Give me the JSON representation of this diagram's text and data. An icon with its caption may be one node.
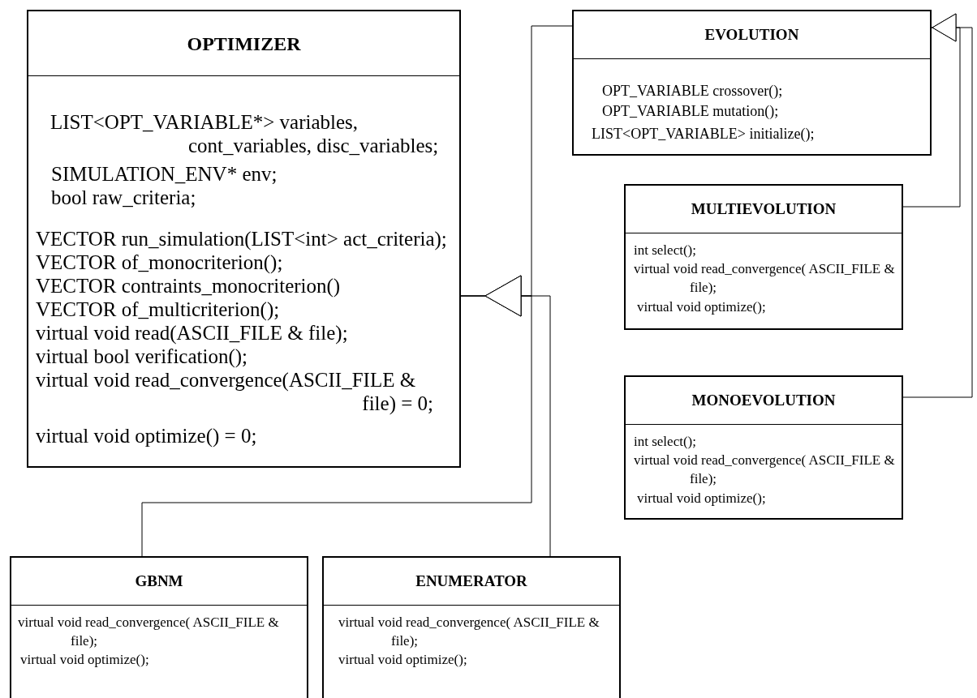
{
  "diagram": {
    "nodes": [
      {
        "text": [
          "OPTIMIZER",
          "LIST<OPT_VARIABLE*> variables, cont_variables, disc_variables;",
          "SIMULATION_ENV* env;",
          "bool raw_criteria;",
          "VECTOR run_simulation(LIST<int> act_criteria);",
          "VECTOR of_monocriterion();",
          "VECTOR contraints_monocriterion()",
          "VECTOR of_multicriterion();",
          "virtual void read(ASCII_FILE & file);",
          "virtual bool verification();",
          "virtual void read_convergence(ASCII_FILE & file) = 0;",
          "virtual void optimize() = 0;"
        ]
      },
      {
        "text": [
          "EVOLUTION",
          "OPT_VARIABLE crossover();",
          "OPT_VARIABLE mutation();",
          "LIST<OPT_VARIABLE> initialize();"
        ]
      },
      {
        "text": [
          "MULTIEVOLUTION",
          "int select();",
          "virtual void read_convergence( ASCII_FILE & file);",
          "virtual void optimize();"
        ]
      },
      {
        "text": [
          "MONOEVOLUTION",
          "int select();",
          "virtual void read_convergence( ASCII_FILE & file);",
          "virtual void optimize();"
        ]
      },
      {
        "text": [
          "GBNM",
          "virtual void read_convergence( ASCII_FILE & file);",
          "virtual void optimize();"
        ]
      },
      {
        "text": [
          "ENUMERATOR",
          "virtual void read_convergence( ASCII_FILE & file);",
          "virtual void optimize();"
        ]
      }
    ],
    "edges": [
      {
        "from": 1,
        "to": 0,
        "arrow": "to"
      },
      {
        "from": 4,
        "to": 0,
        "arrow": "to"
      },
      {
        "from": 5,
        "to": 0,
        "arrow": "to"
      },
      {
        "from": 2,
        "to": 1,
        "arrow": "to"
      },
      {
        "from": 3,
        "to": 1,
        "arrow": "to"
      }
    ]
  }
}
